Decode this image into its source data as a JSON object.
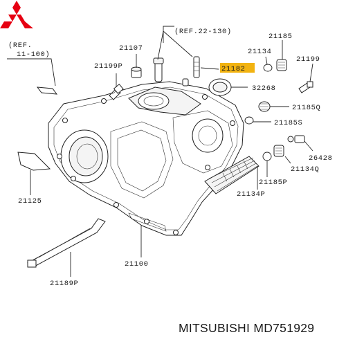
{
  "references": {
    "ref_22_130": "(REF.22-130)",
    "ref_11_100_line1": "(REF.",
    "ref_11_100_line2": "11-100)"
  },
  "part_labels": {
    "p21107": "21107",
    "p21199P": "21199P",
    "p21182": "21182",
    "p21185": "21185",
    "p21134": "21134",
    "p21199": "21199",
    "p32268": "32268",
    "p21185Q": "21185Q",
    "p21185S": "21185S",
    "p26428": "26428",
    "p21134Q": "21134Q",
    "p21185P": "21185P",
    "p21134P": "21134P",
    "p21125": "21125",
    "p21100": "21100",
    "p21189P": "21189P"
  },
  "highlight": {
    "part": "21182",
    "color": "#f2b311"
  },
  "caption": {
    "brand": "MITSUBISHI",
    "part_number": "MD751929"
  },
  "logo": {
    "icon": "mitsubishi-three-diamonds-logo",
    "color": "#e60012"
  }
}
